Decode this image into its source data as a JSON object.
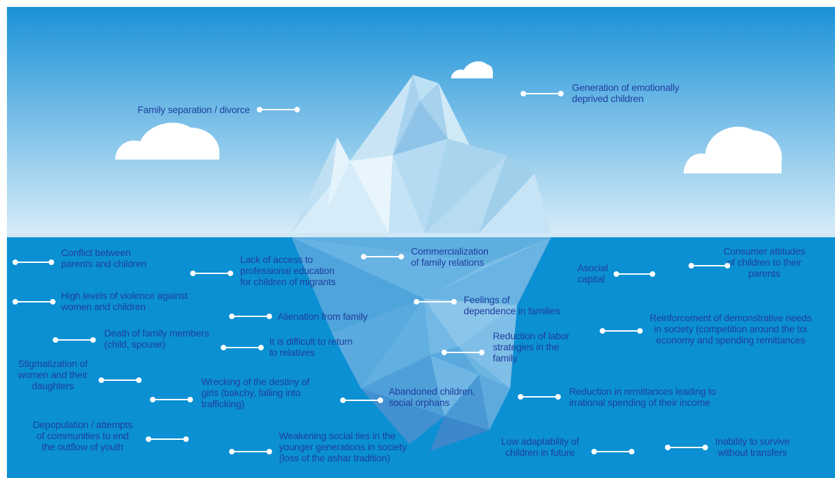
{
  "colors": {
    "sky_top": "#1b92d8",
    "sky_bottom": "#d9edf8",
    "sea": "#0b90d3",
    "label_text": "#1f3f9e",
    "connector": "#ffffff"
  },
  "labels": {
    "family_separation": [
      "Family separation / divorce"
    ],
    "emotionally_deprived": [
      "Generation of emotionally",
      "deprived children"
    ],
    "conflict": [
      "Conflict between",
      "parents and children"
    ],
    "lack_of_access": [
      "Lack of access to",
      "professional education",
      "for children of migrants"
    ],
    "commercialization": [
      "Commercialization",
      "of family relations"
    ],
    "asocial_capital": [
      "Asocial",
      "capital"
    ],
    "consumer_attitudes": [
      "Consumer attitudes",
      "of children to their",
      "parents"
    ],
    "violence": [
      "High levels of violence against",
      "women and children"
    ],
    "feelings_dependence": [
      "Feelings of",
      "dependence in families"
    ],
    "alienation": [
      "Alienation from family"
    ],
    "reinforcement": [
      "Reinforcement of demonstrative needs",
      "in society (competition around the toi",
      "economy and spending remittances"
    ],
    "death": [
      "Death of family members",
      "(child, spouse)"
    ],
    "difficult_return": [
      "It is difficult to return",
      "to relatives"
    ],
    "labor_strategies": [
      "Reduction of labor",
      "strategies in the",
      "family"
    ],
    "stigmatization": [
      "Stigmatization of",
      "women and their",
      "daughters"
    ],
    "wrecking": [
      "Wrecking of the destiny of",
      "girls (bakchy, falling into",
      "trafficking)"
    ],
    "abandoned": [
      "Abandoned children,",
      "social orphans"
    ],
    "remittances": [
      "Reduction in remittances leading to",
      "irrational spending of their income"
    ],
    "depopulation": [
      "Depopulation / attempts",
      "of communities to end",
      "the outflow of youth"
    ],
    "weakening": [
      "Weakening social ties in the",
      "younger generations in society",
      "(loss of the ashar tradition)"
    ],
    "low_adaptability": [
      "Low adaptability of",
      "children in future"
    ],
    "inability": [
      "Inability to survive",
      "without transfers"
    ]
  }
}
